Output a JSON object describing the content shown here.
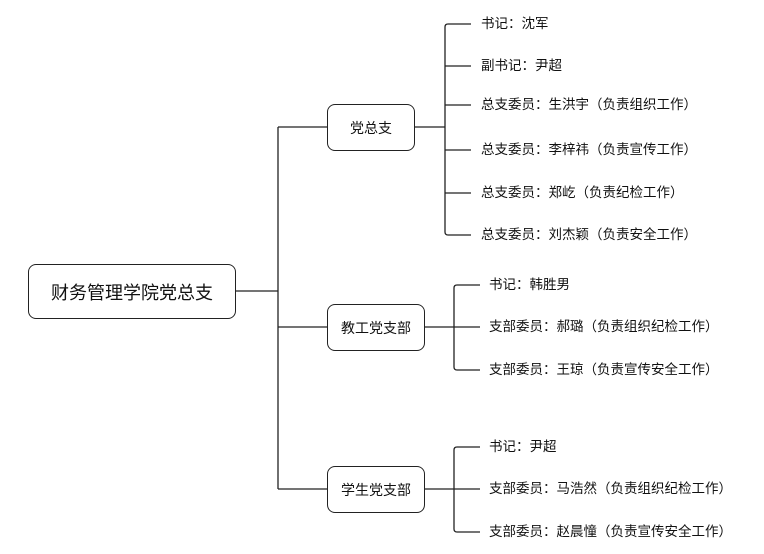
{
  "root": {
    "label": "财务管理学院党总支"
  },
  "branches": [
    {
      "label": "党总支",
      "members": [
        "书记：沈军",
        "副书记：尹超",
        "总支委员：生洪宇（负责组织工作）",
        "总支委员：李梓祎（负责宣传工作）",
        "总支委员：郑屹（负责纪检工作）",
        "总支委员：刘杰颖（负责安全工作）"
      ]
    },
    {
      "label": "教工党支部",
      "members": [
        "书记：韩胜男",
        "支部委员：郝璐（负责组织纪检工作）",
        "支部委员：王琼（负责宣传安全工作）"
      ]
    },
    {
      "label": "学生党支部",
      "members": [
        "书记：尹超",
        "支部委员：马浩然（负责组织纪检工作）",
        "支部委员：赵晨憧（负责宣传安全工作）"
      ]
    }
  ]
}
